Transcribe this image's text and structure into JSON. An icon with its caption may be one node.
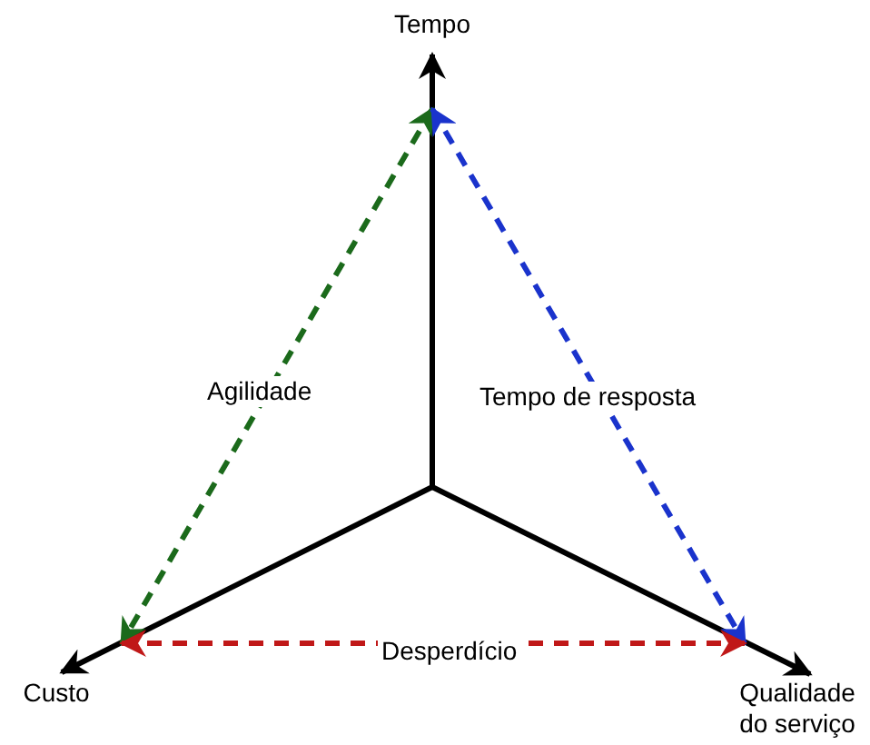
{
  "diagram": {
    "nodes": [
      {
        "text": [
          "Tempo"
        ]
      },
      {
        "text": [
          "Custo"
        ]
      },
      {
        "text": [
          "Qualidade do serviço"
        ]
      }
    ],
    "edges": [
      {
        "from": 0,
        "to": 1,
        "arrow": "both",
        "label": "Agilidade",
        "style": "dashed",
        "color": "#1b6a1b"
      },
      {
        "from": 0,
        "to": 2,
        "arrow": "both",
        "label": "Tempo de resposta",
        "style": "dashed",
        "color": "#1a33cc"
      },
      {
        "from": 1,
        "to": 2,
        "arrow": "both",
        "label": "Desperdício",
        "style": "dashed",
        "color": "#c01818"
      }
    ]
  }
}
